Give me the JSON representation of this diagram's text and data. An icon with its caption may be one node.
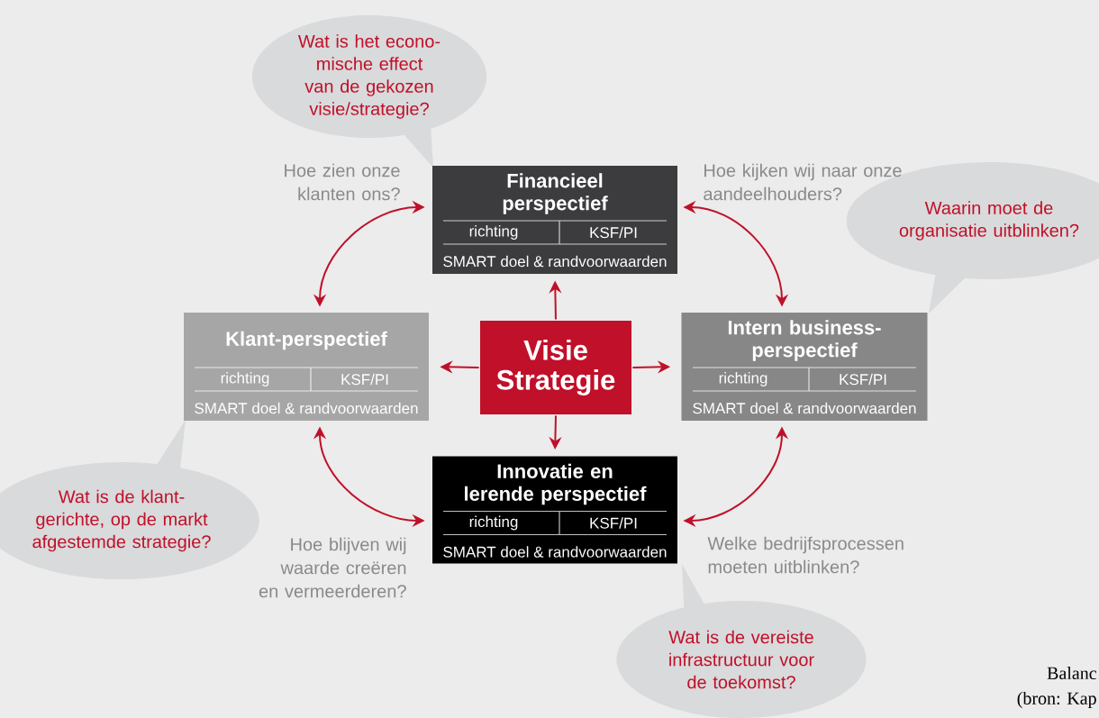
{
  "diagram": {
    "nodes": [
      {
        "text": [
          "Visie Strategie"
        ]
      },
      {
        "text": [
          "Financieel perspectief",
          "richting",
          "KSF/PI",
          "SMART doel & randvoorwaarden"
        ]
      },
      {
        "text": [
          "Klant-perspectief",
          "richting",
          "KSF/PI",
          "SMART doel & randvoorwaarden"
        ]
      },
      {
        "text": [
          "Intern business-perspectief",
          "richting",
          "KSF/PI",
          "SMART doel & randvoorwaarden"
        ]
      },
      {
        "text": [
          "Innovatie en lerende perspectief",
          "richting",
          "KSF/PI",
          "SMART doel & randvoorwaarden"
        ]
      },
      {
        "text": [
          "Wat is het econo-mische effect van de gekozen visie/strategie?"
        ]
      },
      {
        "text": [
          "Waarin moet de organisatie uitblinken?"
        ]
      },
      {
        "text": [
          "Wat is de klant-gerichte, op de markt afgestemde strategie?"
        ]
      },
      {
        "text": [
          "Wat is de vereiste infrastructuur voor de toekomst?"
        ]
      }
    ],
    "edges": [
      {
        "from": 0,
        "to": 1,
        "arrow": "to"
      },
      {
        "from": 0,
        "to": 2,
        "arrow": "to"
      },
      {
        "from": 0,
        "to": 3,
        "arrow": "to"
      },
      {
        "from": 0,
        "to": 4,
        "arrow": "to"
      },
      {
        "from": 2,
        "to": 1,
        "arrow": "both"
      },
      {
        "from": 1,
        "to": 3,
        "arrow": "both"
      },
      {
        "from": 3,
        "to": 4,
        "arrow": "both"
      },
      {
        "from": 2,
        "to": 4,
        "arrow": "both"
      }
    ],
    "labels": [
      "Hoe zien onze klanten ons?",
      "Hoe kijken wij naar onze aandeelhouders?",
      "Hoe blijven wij waarde creëren en vermeerderen?",
      "Welke bedrijfsprocessen moeten uitblinken?",
      "Balanc",
      "(bron: Kap"
    ]
  }
}
